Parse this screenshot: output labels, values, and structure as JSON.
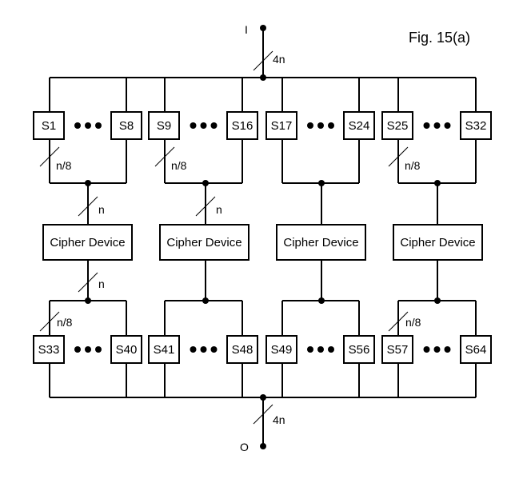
{
  "figure": {
    "title": "Fig. 15(a)",
    "input_label": "I",
    "output_label": "O",
    "main_bus_width": "4n",
    "ellipsis": "•••"
  },
  "groups": [
    {
      "top_first": "S1",
      "top_last": "S8",
      "cipher": "Cipher Device",
      "bottom_first": "S33",
      "bottom_last": "S40",
      "top_branch_width": "n/8",
      "in_width": "n",
      "out_width": "n",
      "bottom_branch_width": "n/8"
    },
    {
      "top_first": "S9",
      "top_last": "S16",
      "cipher": "Cipher Device",
      "bottom_first": "S41",
      "bottom_last": "S48",
      "top_branch_width": "n/8",
      "in_width": "n",
      "out_width": null,
      "bottom_branch_width": null
    },
    {
      "top_first": "S17",
      "top_last": "S24",
      "cipher": "Cipher Device",
      "bottom_first": "S49",
      "bottom_last": "S56",
      "top_branch_width": null,
      "in_width": null,
      "out_width": null,
      "bottom_branch_width": null
    },
    {
      "top_first": "S25",
      "top_last": "S32",
      "cipher": "Cipher Device",
      "bottom_first": "S57",
      "bottom_last": "S64",
      "top_branch_width": "n/8",
      "in_width": null,
      "out_width": null,
      "bottom_branch_width": "n/8"
    }
  ]
}
